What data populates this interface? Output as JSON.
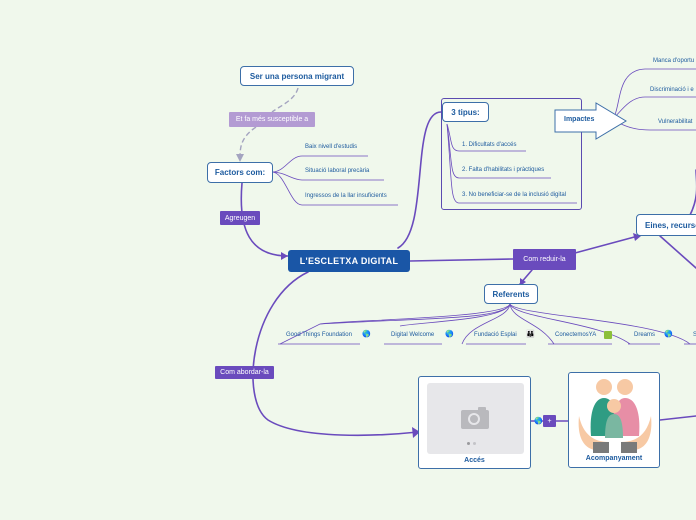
{
  "root": {
    "label": "L'ESCLETXA DIGITAL"
  },
  "migrant": {
    "label": "Ser una persona migrant"
  },
  "susceptible": {
    "label": "Et fa més susceptible a"
  },
  "factors": {
    "label": "Factors com:",
    "items": [
      "Baix nivell d'estudis",
      "Situació laboral precària",
      "Ingressos de la llar insuficients"
    ]
  },
  "agreugen": {
    "label": "Agreugen"
  },
  "tipus": {
    "label": "3 tipus:",
    "items": [
      "1. Dificultats d'accés",
      "2. Falta d'habilitats i pràctiques",
      "3. No beneficiar-se de la inclusió digital"
    ]
  },
  "impactes": {
    "label": "Impactes",
    "items": [
      "Manca d'oportu",
      "Discriminació i e",
      "Vulnerabilitat"
    ]
  },
  "eines": {
    "label": "Eines, recurse"
  },
  "reduir": {
    "label": "Com reduir-la"
  },
  "referents": {
    "label": "Referents",
    "items": [
      {
        "name": "Good Things Foundation",
        "icon": "globe-icon",
        "glyph": "🌎"
      },
      {
        "name": "Digital Welcome",
        "icon": "globe-icon",
        "glyph": "🌎"
      },
      {
        "name": "Fundació Esplai",
        "icon": "community-icon",
        "glyph": "👪"
      },
      {
        "name": "ConectemosYA",
        "icon": "image-icon",
        "glyph": "🖼"
      },
      {
        "name": "Dreams",
        "icon": "globe-icon",
        "glyph": "🌎"
      },
      {
        "name": "S",
        "icon": "",
        "glyph": ""
      }
    ]
  },
  "abordar": {
    "label": "Com abordar-la"
  },
  "acces": {
    "label": "Accés"
  },
  "acompanyament": {
    "label": "Acompanyament"
  },
  "plus": {
    "label": "+"
  },
  "colors": {
    "line": "#6a4bbd",
    "node_text": "#1c5a9e",
    "root_bg": "#1a56a6",
    "background": "#f0f8ec"
  }
}
